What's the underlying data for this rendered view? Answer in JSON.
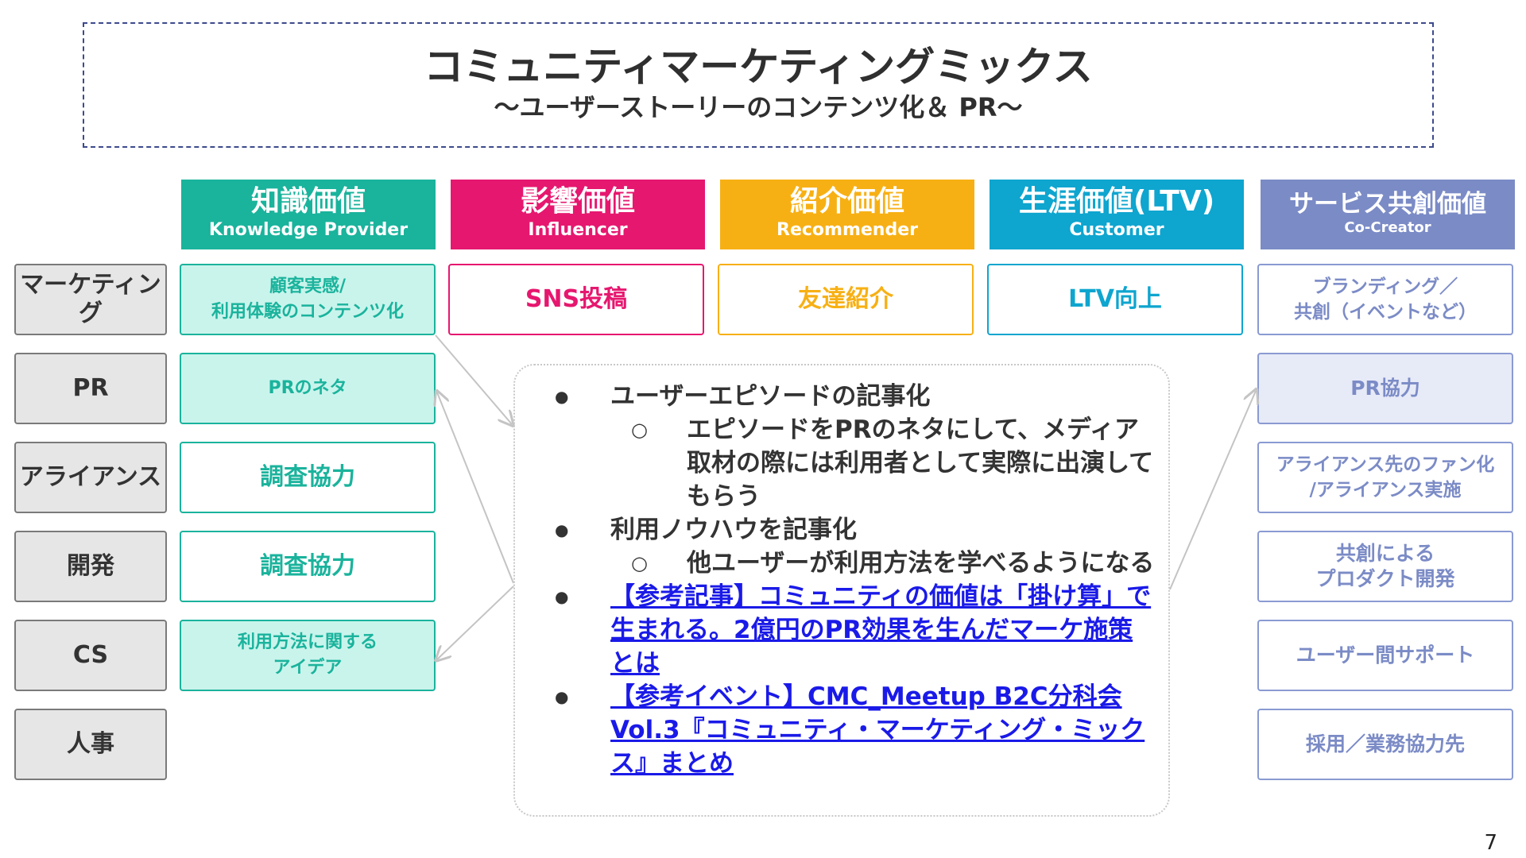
{
  "title": {
    "main": "コミュニティマーケティングミックス",
    "sub": "〜ユーザーストーリーのコンテンツ化＆ PR〜"
  },
  "columns": [
    {
      "jp": "知識価値",
      "en": "Knowledge Provider",
      "color": "#1ab39c"
    },
    {
      "jp": "影響価値",
      "en": "Influencer",
      "color": "#e6176f"
    },
    {
      "jp": "紹介価値",
      "en": "Recommender",
      "color": "#f7b014"
    },
    {
      "jp": "生涯価値(LTV)",
      "en": "Customer",
      "color": "#0ea5cf"
    },
    {
      "jp": "サービス共創価値",
      "en": "Co-Creator",
      "color": "#7b8bc6"
    }
  ],
  "rows": [
    "マーケティング",
    "PR",
    "アライアンス",
    "開発",
    "CS",
    "人事"
  ],
  "cells": {
    "knowledge": [
      "顧客実感/\n利用体験のコンテンツ化",
      "PRのネタ",
      "調査協力",
      "調査協力",
      "利用方法に関する\nアイデア"
    ],
    "influencer": "SNS投稿",
    "recommender": "友達紹介",
    "customer": "LTV向上",
    "cocreator": [
      "ブランディング／\n共創（イベントなど）",
      "PR協力",
      "アライアンス先のファン化\n/アライアンス実施",
      "共創による\nプロダクト開発",
      "ユーザー間サポート",
      "採用／業務協力先"
    ]
  },
  "center": {
    "b1": "ユーザーエピソードの記事化",
    "b1_sub": "エピソードをPRのネタにして、メディア取材の際には利用者として実際に出演してもらう",
    "b2": "利用ノウハウを記事化",
    "b2_sub": "他ユーザーが利用方法を学べるようになる",
    "link1": "【参考記事】コミュニティの価値は「掛け算」で生まれる。2億円のPR効果を生んだマーケ施策とは",
    "link2": "【参考イベント】CMC_Meetup B2C分科会Vol.3『コミュニティ・マーケティング・ミックス』まとめ"
  },
  "page_number": "7"
}
